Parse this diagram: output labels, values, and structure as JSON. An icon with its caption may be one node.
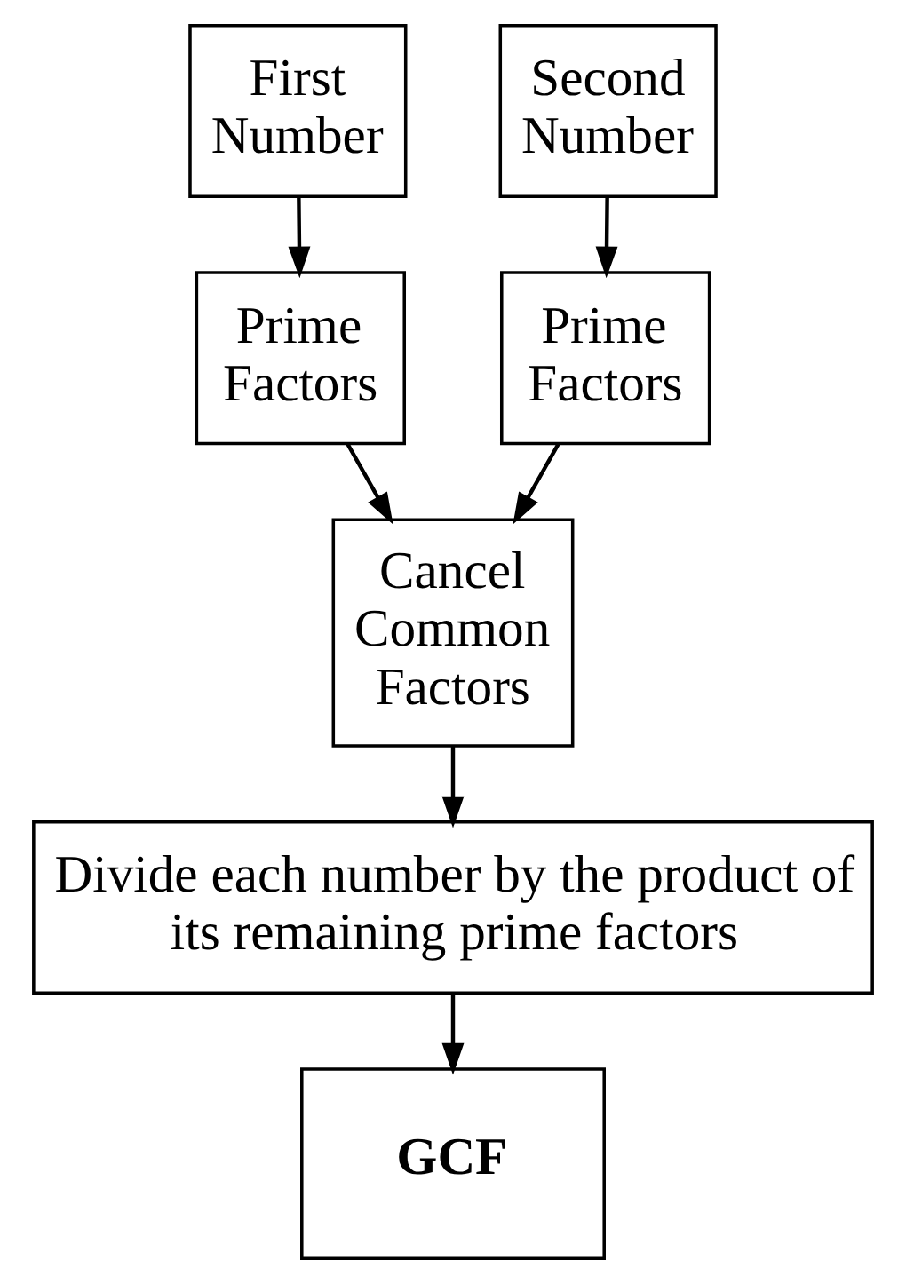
{
  "diagram": {
    "nodes": [
      {
        "text": [
          "First Number"
        ]
      },
      {
        "text": [
          "Second Number"
        ]
      },
      {
        "text": [
          "Prime Factors"
        ]
      },
      {
        "text": [
          "Prime Factors"
        ]
      },
      {
        "text": [
          "Cancel Common Factors"
        ]
      },
      {
        "text": [
          "Divide each number by the product of its remaining prime factors"
        ]
      },
      {
        "text": [
          "GCF"
        ]
      }
    ],
    "edges": [
      {
        "from": 0,
        "to": 2,
        "arrow": "to"
      },
      {
        "from": 1,
        "to": 3,
        "arrow": "to"
      },
      {
        "from": 2,
        "to": 4,
        "arrow": "to"
      },
      {
        "from": 3,
        "to": 4,
        "arrow": "to"
      },
      {
        "from": 4,
        "to": 5,
        "arrow": "to"
      },
      {
        "from": 5,
        "to": 6,
        "arrow": "to"
      }
    ]
  }
}
